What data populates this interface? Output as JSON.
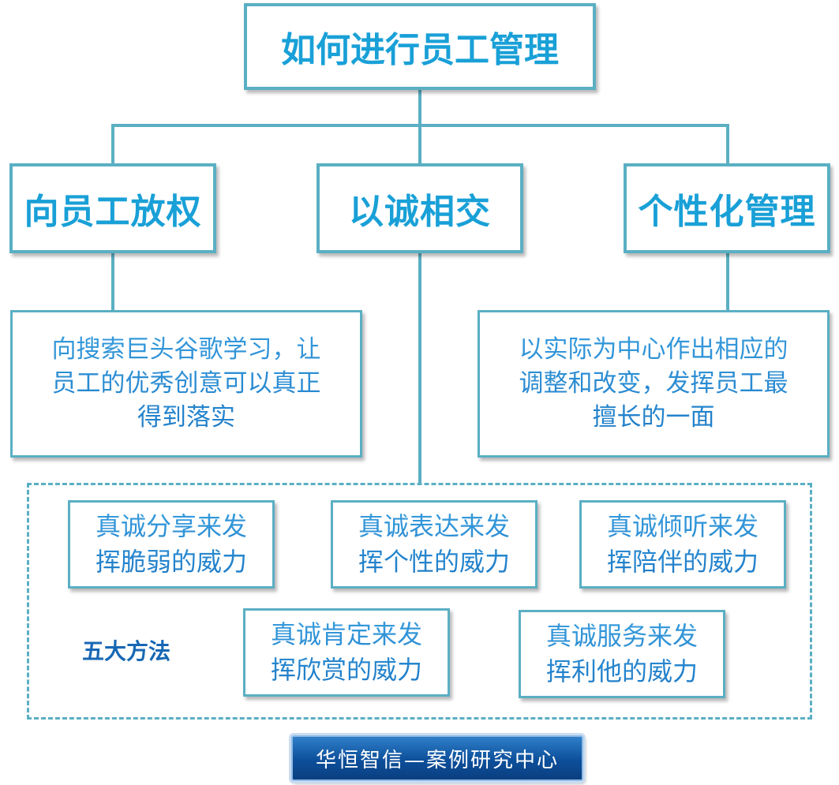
{
  "title": "如何进行员工管理",
  "branches": [
    "向员工放权",
    "以诚相交",
    "个性化管理"
  ],
  "details": {
    "left": [
      "向搜索巨头谷歌学习，让",
      "员工的优秀创意可以真正",
      "得到落实"
    ],
    "right": [
      "以实际为中心作出相应的",
      "调整和改变，发挥员工最",
      "擅长的一面"
    ]
  },
  "methods_label": "五大方法",
  "methods": [
    [
      "真诚分享来发",
      "挥脆弱的威力"
    ],
    [
      "真诚表达来发",
      "挥个性的威力"
    ],
    [
      "真诚倾听来发",
      "挥陪伴的威力"
    ],
    [
      "真诚肯定来发",
      "挥欣赏的威力"
    ],
    [
      "真诚服务来发",
      "挥利他的威力"
    ]
  ],
  "footer": "华恒智信—案例研究中心",
  "colors": {
    "border": "#5aafc3",
    "heading_text": "#19a0d7",
    "body_text": "#2a8ad2",
    "label_text": "#1767b4",
    "footer_bg": "#0d4f9a"
  }
}
